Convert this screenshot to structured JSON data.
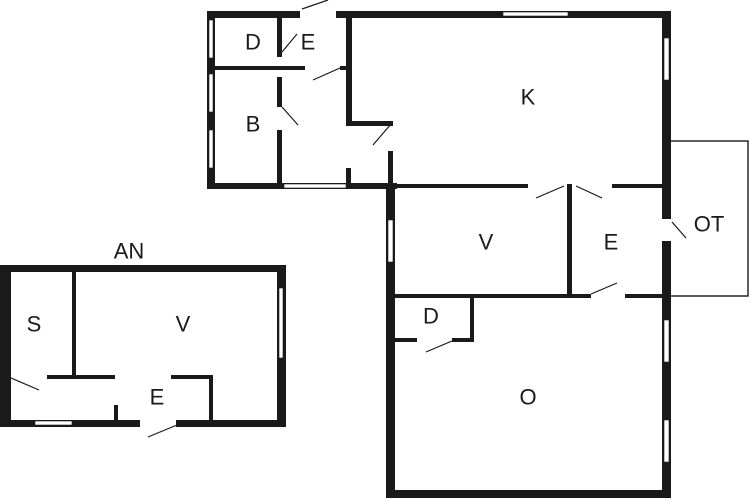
{
  "floorplan": {
    "main_unit": {
      "rooms": [
        {
          "id": "d-top",
          "label": "D"
        },
        {
          "id": "e-top",
          "label": "E"
        },
        {
          "id": "b",
          "label": "B"
        },
        {
          "id": "k",
          "label": "K"
        },
        {
          "id": "v",
          "label": "V"
        },
        {
          "id": "e-mid",
          "label": "E"
        },
        {
          "id": "ot",
          "label": "OT"
        },
        {
          "id": "d-small",
          "label": "D"
        },
        {
          "id": "o",
          "label": "O"
        }
      ]
    },
    "annex": {
      "title": "AN",
      "rooms": [
        {
          "id": "s",
          "label": "S"
        },
        {
          "id": "v-annex",
          "label": "V"
        },
        {
          "id": "e-annex",
          "label": "E"
        }
      ]
    },
    "colors": {
      "wall": "#1a1a1a",
      "background": "#ffffff"
    }
  }
}
